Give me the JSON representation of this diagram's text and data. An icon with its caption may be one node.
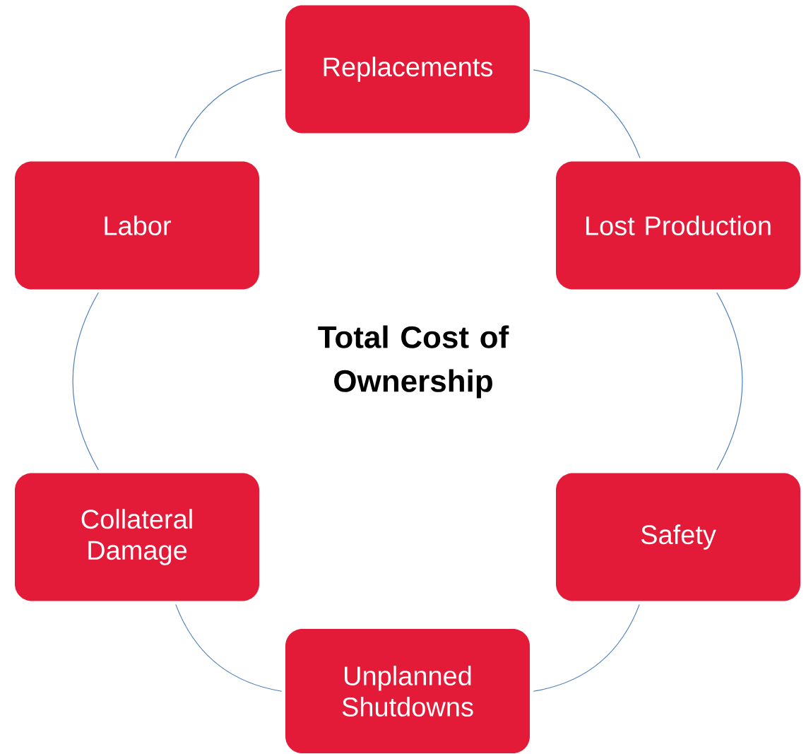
{
  "diagram": {
    "title": "Total Cost of Ownership",
    "nodes": [
      {
        "text": [
          "Replacements"
        ]
      },
      {
        "text": [
          "Lost Production"
        ]
      },
      {
        "text": [
          "Safety"
        ]
      },
      {
        "text": [
          "Unplanned Shutdowns"
        ]
      },
      {
        "text": [
          "Collateral Damage"
        ]
      },
      {
        "text": [
          "Labor"
        ]
      }
    ],
    "edges": [
      {
        "from": 0,
        "to": 1,
        "arrow": "none"
      },
      {
        "from": 1,
        "to": 2,
        "arrow": "none"
      },
      {
        "from": 2,
        "to": 3,
        "arrow": "none"
      },
      {
        "from": 3,
        "to": 4,
        "arrow": "none"
      },
      {
        "from": 4,
        "to": 5,
        "arrow": "none"
      },
      {
        "from": 5,
        "to": 0,
        "arrow": "none"
      }
    ]
  }
}
